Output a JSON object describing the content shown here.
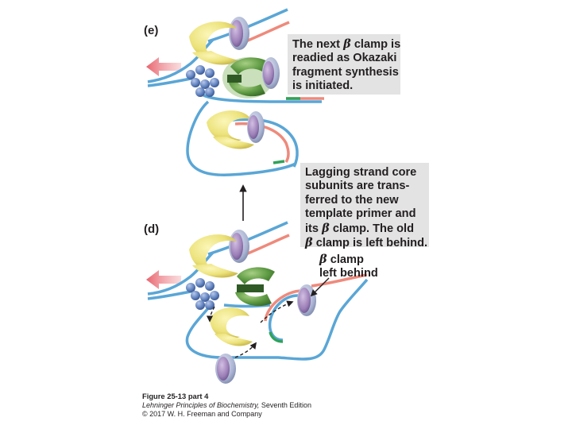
{
  "panels": {
    "e": {
      "label": "(e)"
    },
    "d": {
      "label": "(d)"
    }
  },
  "captions": {
    "e_box": {
      "line1_pre": "The next ",
      "line1_greek": "β",
      "line1_post": " clamp is",
      "line2": "readied as Okazaki",
      "line3": "fragment synthesis",
      "line4": "is initiated."
    },
    "d_box": {
      "line1": "Lagging strand core",
      "line2": "subunits are trans-",
      "line3": "ferred to the new",
      "line4": "template primer and",
      "line5_pre": "its ",
      "line5_greek": "β",
      "line5_post": " clamp. The old",
      "line6_greek": "β",
      "line6_post": " clamp is left behind."
    },
    "left_behind": {
      "line1_greek": "β",
      "line1_post": " clamp",
      "line2": "left behind"
    }
  },
  "credit": {
    "title": "Figure 25-13 part 4",
    "book_italic": "Lehninger Principles of Biochemistry,",
    "edition": " Seventh Edition",
    "copyright": "© 2017 W. H. Freeman and Company"
  },
  "colors": {
    "dna_blue": "#5aa6d6",
    "new_strand_pink": "#ee8a7c",
    "primer_green": "#2ea35a",
    "clamp_purple": "#9b7fb6",
    "clamp_ring": "#aab4d2",
    "core_yellow": "#ece27a",
    "core_green": "#5e9a43",
    "helicase_blue": "#5d7fbd",
    "fork_arrow_red": "#e8636d",
    "caption_box_gray": "#e3e3e3"
  },
  "icons": [
    "fork-direction-arrow",
    "beta-clamp",
    "polymerase-core",
    "helicase-ring",
    "transfer-arrow"
  ]
}
